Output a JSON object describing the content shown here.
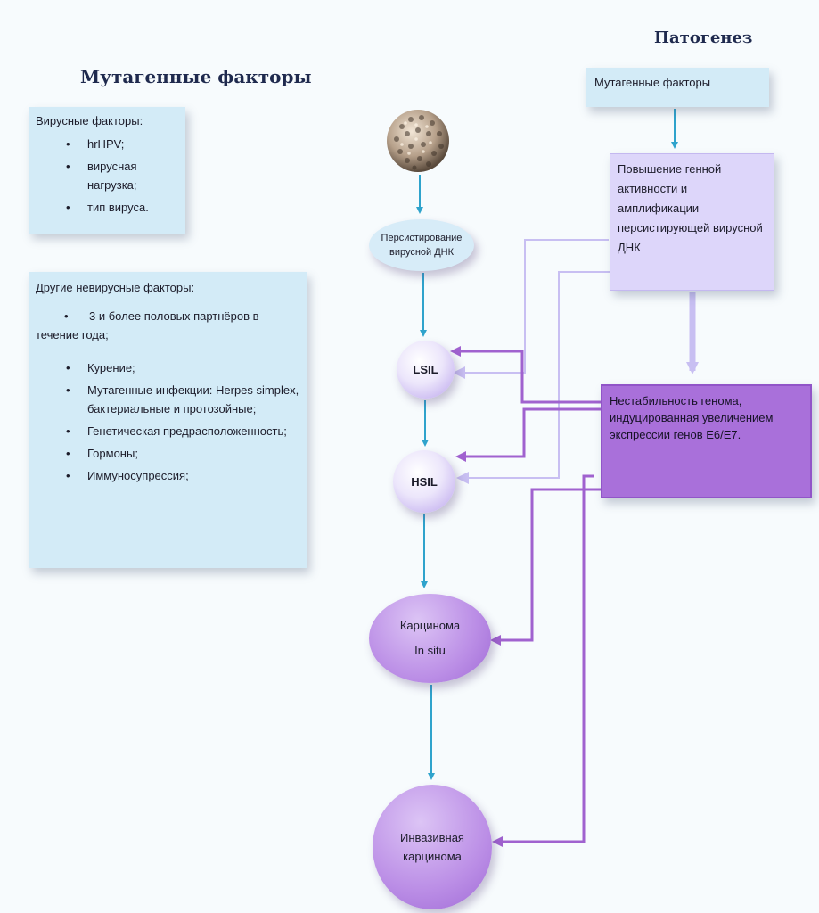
{
  "headings": {
    "main": "Мутагенные факторы",
    "side": "Патогенез"
  },
  "viral_box": {
    "title": "Вирусные факторы:",
    "items": [
      "hrHPV;",
      "вирусная нагрузка;",
      "тип вируса."
    ]
  },
  "nonviral_box": {
    "title": "Другие невирусные факторы:",
    "partners_a": "3 и более половых партнёров в",
    "partners_b": "течение года;",
    "items": [
      "Курение;",
      "Мутагенные инфекции: Herpes simplex, бактериальные и протозойные;",
      "Генетическая предрасположенность;",
      "Гормоны;",
      "Иммуносупрессия;"
    ]
  },
  "pathogenesis": {
    "mutagen": "Мутагенные факторы",
    "gene_activity": "Повышение генной активности и амплификации персистирующей вирусной ДНК",
    "instability": "Нестабильность генома, индуцированная увеличением экспрессии генов E6/E7."
  },
  "flow": {
    "persist": "Персистирование вирусной ДНК",
    "lsil": "LSIL",
    "hsil": "HSIL",
    "cis_1": "Карцинома",
    "cis_2": "In situ",
    "invasive": "Инвазивная карцинома"
  },
  "colors": {
    "arrow_blue": "#2fa3cc",
    "arrow_purple": "#a062cf",
    "arrow_lavender": "#c8bff2",
    "box_blue": "#d3ebf7",
    "box_lavender": "#ddd6fa",
    "box_purple": "#a970da"
  },
  "icons": {
    "virus": "virus-particle-image"
  }
}
